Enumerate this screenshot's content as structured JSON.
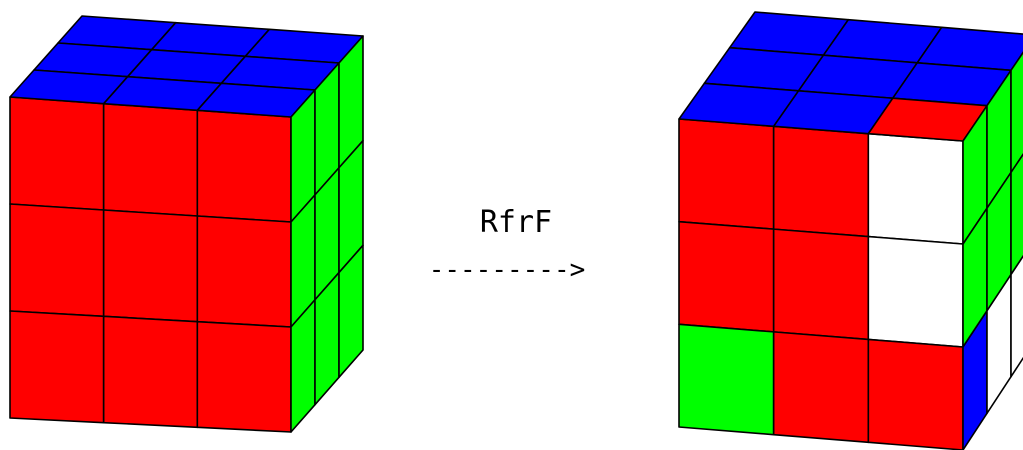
{
  "colors": {
    "red": "#ff0000",
    "green": "#00ff00",
    "blue": "#0000ff",
    "white": "#ffffff",
    "edge": "#000000"
  },
  "transition": {
    "move": "RfrF",
    "arrow": "--------->"
  },
  "cubes": [
    {
      "name": "cube-before",
      "front": [
        [
          "red",
          "red",
          "red"
        ],
        [
          "red",
          "red",
          "red"
        ],
        [
          "red",
          "red",
          "red"
        ]
      ],
      "top": [
        [
          "blue",
          "blue",
          "blue"
        ],
        [
          "blue",
          "blue",
          "blue"
        ],
        [
          "blue",
          "blue",
          "blue"
        ]
      ],
      "right": [
        [
          "green",
          "green",
          "green"
        ],
        [
          "green",
          "green",
          "green"
        ],
        [
          "green",
          "green",
          "green"
        ]
      ]
    },
    {
      "name": "cube-after",
      "front": [
        [
          "red",
          "red",
          "white"
        ],
        [
          "red",
          "red",
          "white"
        ],
        [
          "green",
          "red",
          "red"
        ]
      ],
      "top": [
        [
          "blue",
          "blue",
          "blue"
        ],
        [
          "blue",
          "blue",
          "blue"
        ],
        [
          "blue",
          "blue",
          "red"
        ]
      ],
      "right": [
        [
          "green",
          "green",
          "green"
        ],
        [
          "green",
          "green",
          "green"
        ],
        [
          "blue",
          "white",
          "white"
        ]
      ]
    }
  ]
}
